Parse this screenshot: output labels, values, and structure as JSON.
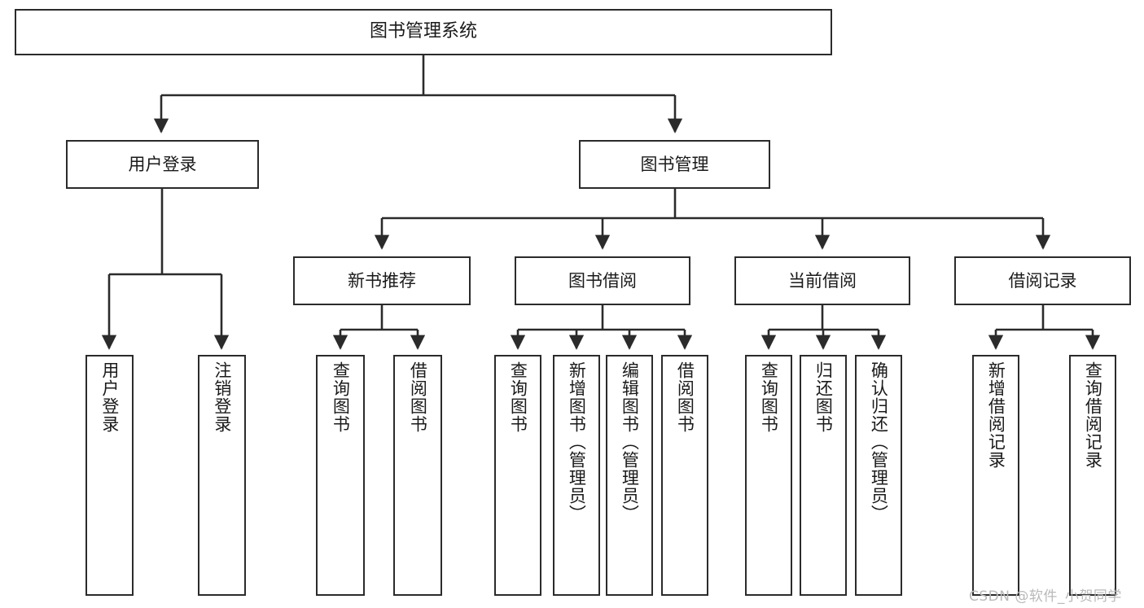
{
  "diagram": {
    "title": "图书管理系统",
    "type": "tree-hierarchy-chart",
    "orientation": "top-down",
    "colors": {
      "box_border": "#2b2b2b",
      "box_fill": "#ffffff",
      "edge": "#2b2b2b",
      "text": "#1a1a1a",
      "watermark": "#b9b9b9",
      "background": "#ffffff"
    }
  },
  "nodes": {
    "root": {
      "label": "图书管理系统"
    },
    "level2": [
      {
        "label": "用户登录"
      },
      {
        "label": "图书管理"
      }
    ],
    "level3": [
      {
        "label": "新书推荐"
      },
      {
        "label": "图书借阅"
      },
      {
        "label": "当前借阅"
      },
      {
        "label": "借阅记录"
      }
    ],
    "leaves": {
      "user_login": [
        {
          "label": "用户登录"
        },
        {
          "label": "注销登录"
        }
      ],
      "new_book_recommend": [
        {
          "label": "查询图书"
        },
        {
          "label": "借阅图书"
        }
      ],
      "book_borrow": [
        {
          "label": "查询图书"
        },
        {
          "label": "新增图书（管理员）"
        },
        {
          "label": "编辑图书（管理员）"
        },
        {
          "label": "借阅图书"
        }
      ],
      "current_borrow": [
        {
          "label": "查询图书"
        },
        {
          "label": "归还图书"
        },
        {
          "label": "确认归还（管理员）"
        }
      ],
      "borrow_record": [
        {
          "label": "新增借阅记录"
        },
        {
          "label": "查询借阅记录"
        }
      ]
    }
  },
  "watermark": {
    "text": "CSDN @软件_小贺同学"
  }
}
